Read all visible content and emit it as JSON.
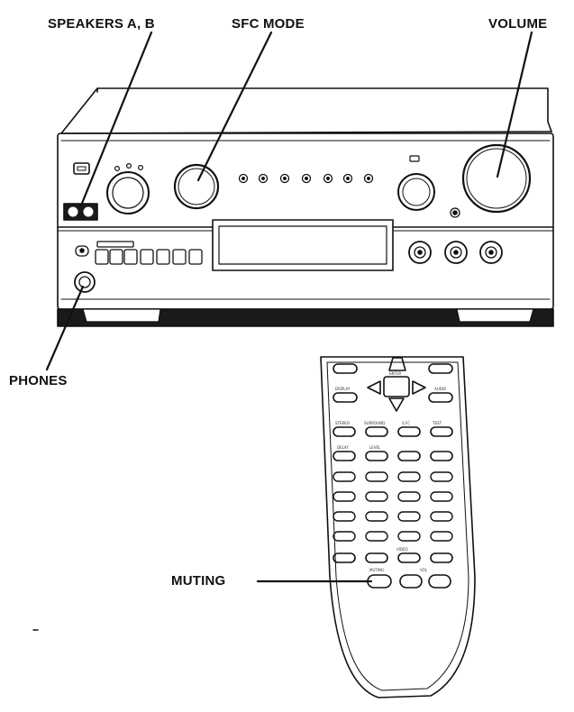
{
  "labels": {
    "speakers": "SPEAKERS A, B",
    "sfc_mode": "SFC MODE",
    "volume": "VOLUME",
    "phones": "PHONES",
    "muting": "MUTING"
  },
  "remote_keys": {
    "enter": "ENTER",
    "display": "DISPLAY",
    "audio": "AUDIO",
    "stereo": "STEREO",
    "surround": "SURROUND",
    "sfc": "S.FC",
    "test": "TEST",
    "delay": "DELAY",
    "level": "LEVEL",
    "video": "VIDEO",
    "muting": "MUTING",
    "vol": "VOL"
  },
  "colors": {
    "ink": "#111111",
    "fill_dark": "#1a1a1a",
    "paper": "#ffffff"
  }
}
